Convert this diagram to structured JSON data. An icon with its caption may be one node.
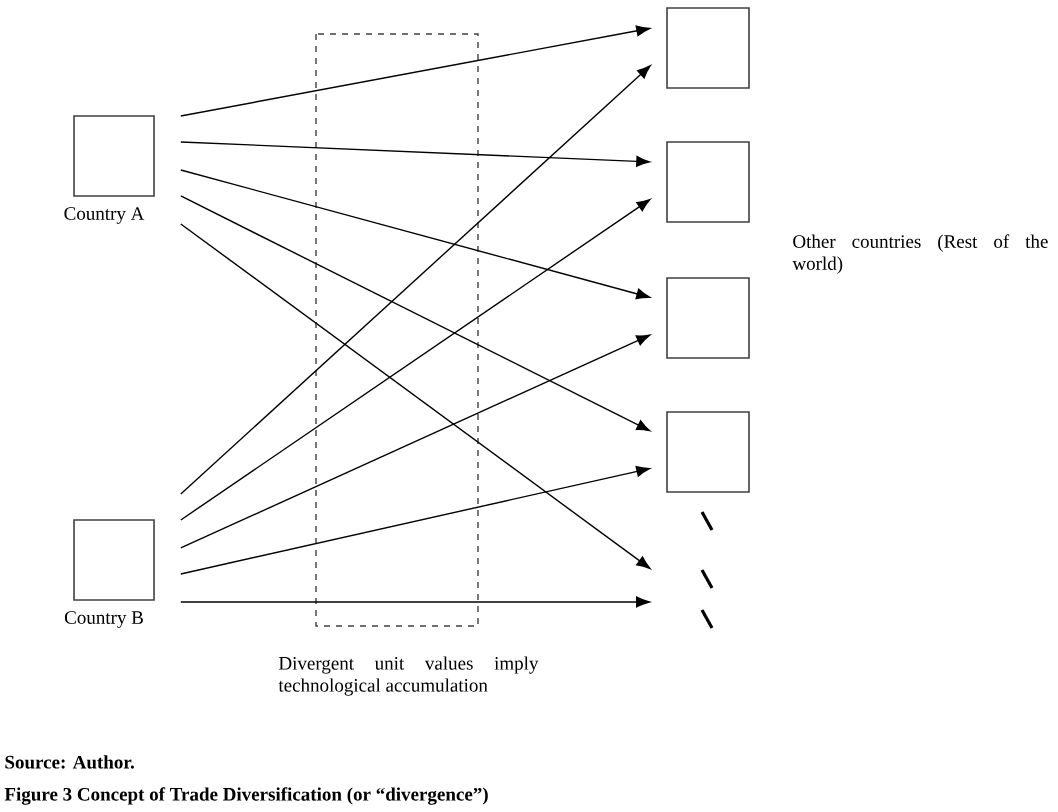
{
  "diagram": {
    "caption": "Figure 3 Concept of Trade Diversification (or “divergence”)",
    "nodes": [
      {
        "text": [
          "Country A"
        ]
      },
      {
        "text": [
          "Country B"
        ]
      },
      {
        "text": [],
        "shape": "box"
      },
      {
        "text": [],
        "shape": "box"
      },
      {
        "text": [],
        "shape": "box"
      },
      {
        "text": [],
        "shape": "box"
      }
    ],
    "edges": [
      {
        "from": 0,
        "to": 2,
        "arrow": "to"
      },
      {
        "from": 0,
        "to": 3,
        "arrow": "to"
      },
      {
        "from": 0,
        "to": 4,
        "arrow": "to"
      },
      {
        "from": 0,
        "to": 5,
        "arrow": "to"
      },
      {
        "from": 0,
        "to": null,
        "arrow": "to"
      },
      {
        "from": 1,
        "to": 2,
        "arrow": "to"
      },
      {
        "from": 1,
        "to": 3,
        "arrow": "to"
      },
      {
        "from": 1,
        "to": 4,
        "arrow": "to"
      },
      {
        "from": 1,
        "to": 5,
        "arrow": "to"
      },
      {
        "from": 1,
        "to": null,
        "arrow": "to"
      }
    ],
    "labels": [
      "Divergent unit values imply technological accumulation",
      "Other countries (Rest of the world)",
      "Source: Author."
    ]
  }
}
